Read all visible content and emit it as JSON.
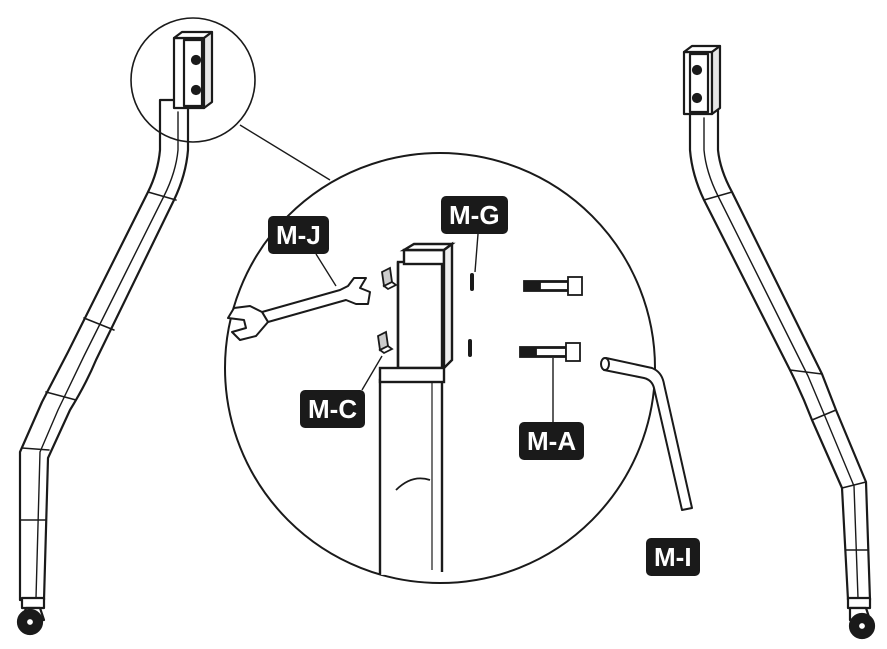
{
  "labels": {
    "wrench": "M-J",
    "washer": "M-G",
    "nut": "M-C",
    "bolt": "M-A",
    "hex_key": "M-I"
  },
  "colors": {
    "line": "#1a1a1a",
    "label_background": "#1a1a1a",
    "label_text": "#ffffff",
    "part_fill": "#ffffff",
    "shade": "#d9d9d9"
  }
}
